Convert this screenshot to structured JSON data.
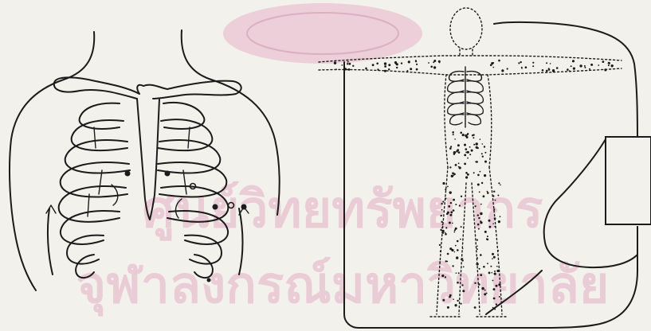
{
  "figure": {
    "panels": [
      {
        "name": "chest-electrode-diagram"
      },
      {
        "name": "whole-body-monitor-diagram"
      }
    ],
    "watermark": {
      "lines": [
        "ศูนย์วิทยทรัพยากร",
        "จุฬาลงกรณ์มหาวิทยาลัย"
      ],
      "color": "#e3a9c2"
    },
    "colors": {
      "ink": "#1b1b1b",
      "paper": "#f3f1ec",
      "watermark": "#e3a9c2"
    }
  }
}
